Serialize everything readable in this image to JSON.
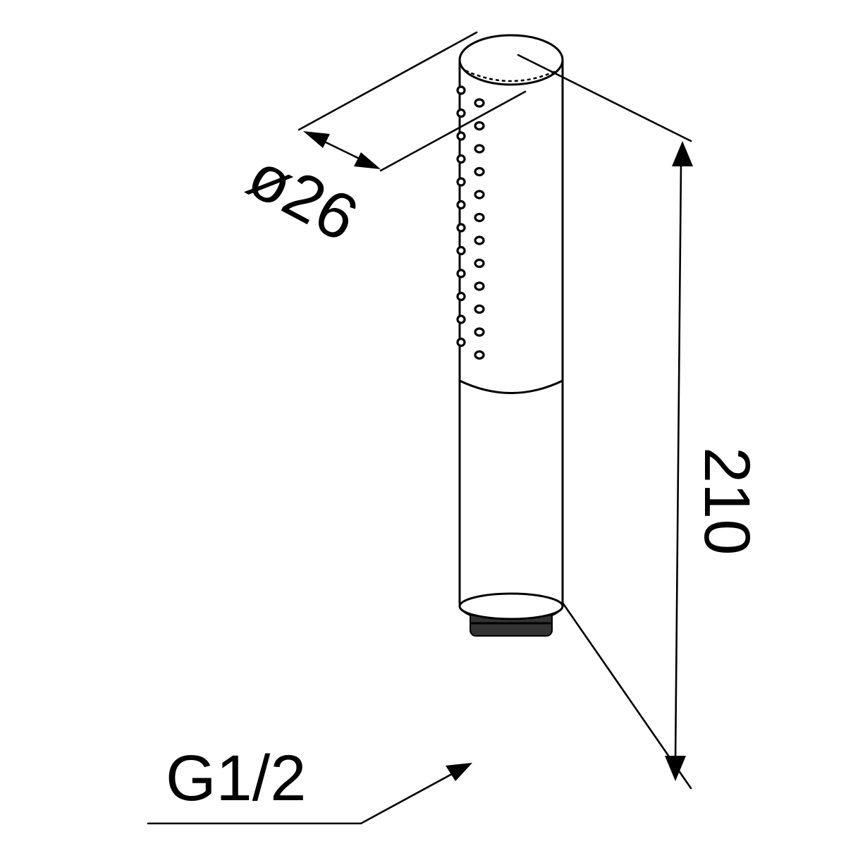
{
  "drawing": {
    "dimensions": {
      "diameter": "ø26",
      "length": "210",
      "thread": "G1/2"
    },
    "colors": {
      "line": "#000000",
      "background": "#ffffff"
    }
  }
}
